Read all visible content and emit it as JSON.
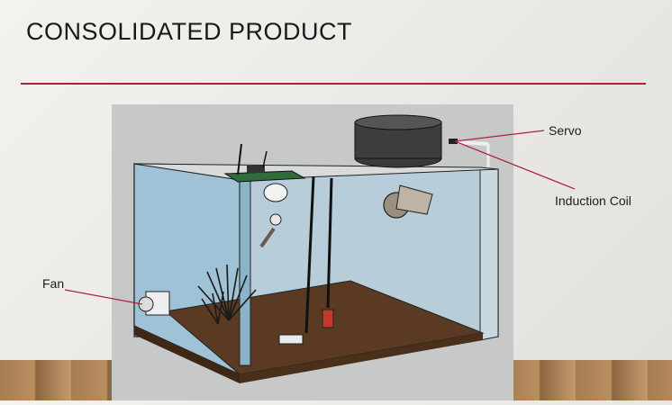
{
  "slide": {
    "title": "CONSOLIDATED PRODUCT"
  },
  "labels": {
    "servo": "Servo",
    "induction_coil": "Induction Coil",
    "fan": "Fan"
  },
  "colors": {
    "accent_rule": "#b0203a",
    "callout_line": "#b0203a",
    "tank_water": "#9fc2d6",
    "tank_floor": "#5a3a22"
  },
  "icons": {
    "servo": "servo-motor-icon",
    "fan": "fan-icon",
    "coil": "induction-coil-icon"
  }
}
